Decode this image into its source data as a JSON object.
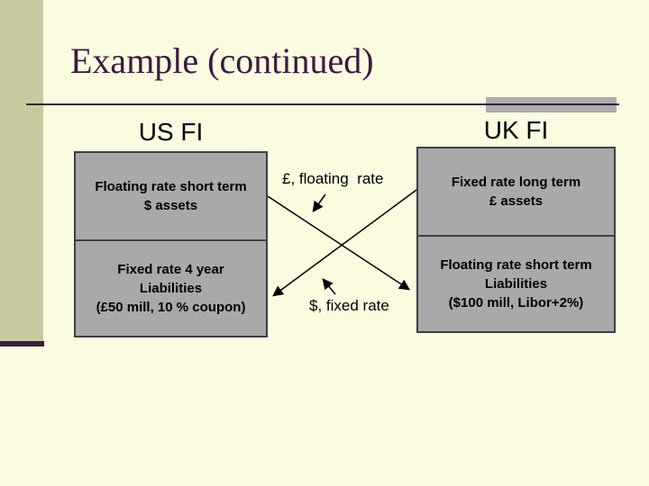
{
  "slide": {
    "title": "Example (continued)",
    "us_fi": {
      "label": "US FI",
      "assets": [
        "Floating rate short term",
        "$ assets"
      ],
      "liabilities": [
        "Fixed rate 4 year",
        "Liabilities",
        "(£50 mill, 10 % coupon)"
      ]
    },
    "uk_fi": {
      "label": "UK FI",
      "assets": [
        "Fixed rate long term",
        "£ assets"
      ],
      "liabilities": [
        "Floating rate short term",
        "Liabilities",
        "($100 mill, Libor+2%)"
      ]
    },
    "flow_labels": {
      "top": "£, floating  rate",
      "bottom": "$, fixed rate"
    }
  },
  "colors": {
    "background": "#FBFBE0",
    "sidebar": "#C9C99E",
    "accent_purple": "#3B1B3D",
    "box_fill": "#A9A9A9",
    "box_border": "#3F3F3F",
    "accent_gray": "#ACACAC",
    "text": "#000000"
  }
}
